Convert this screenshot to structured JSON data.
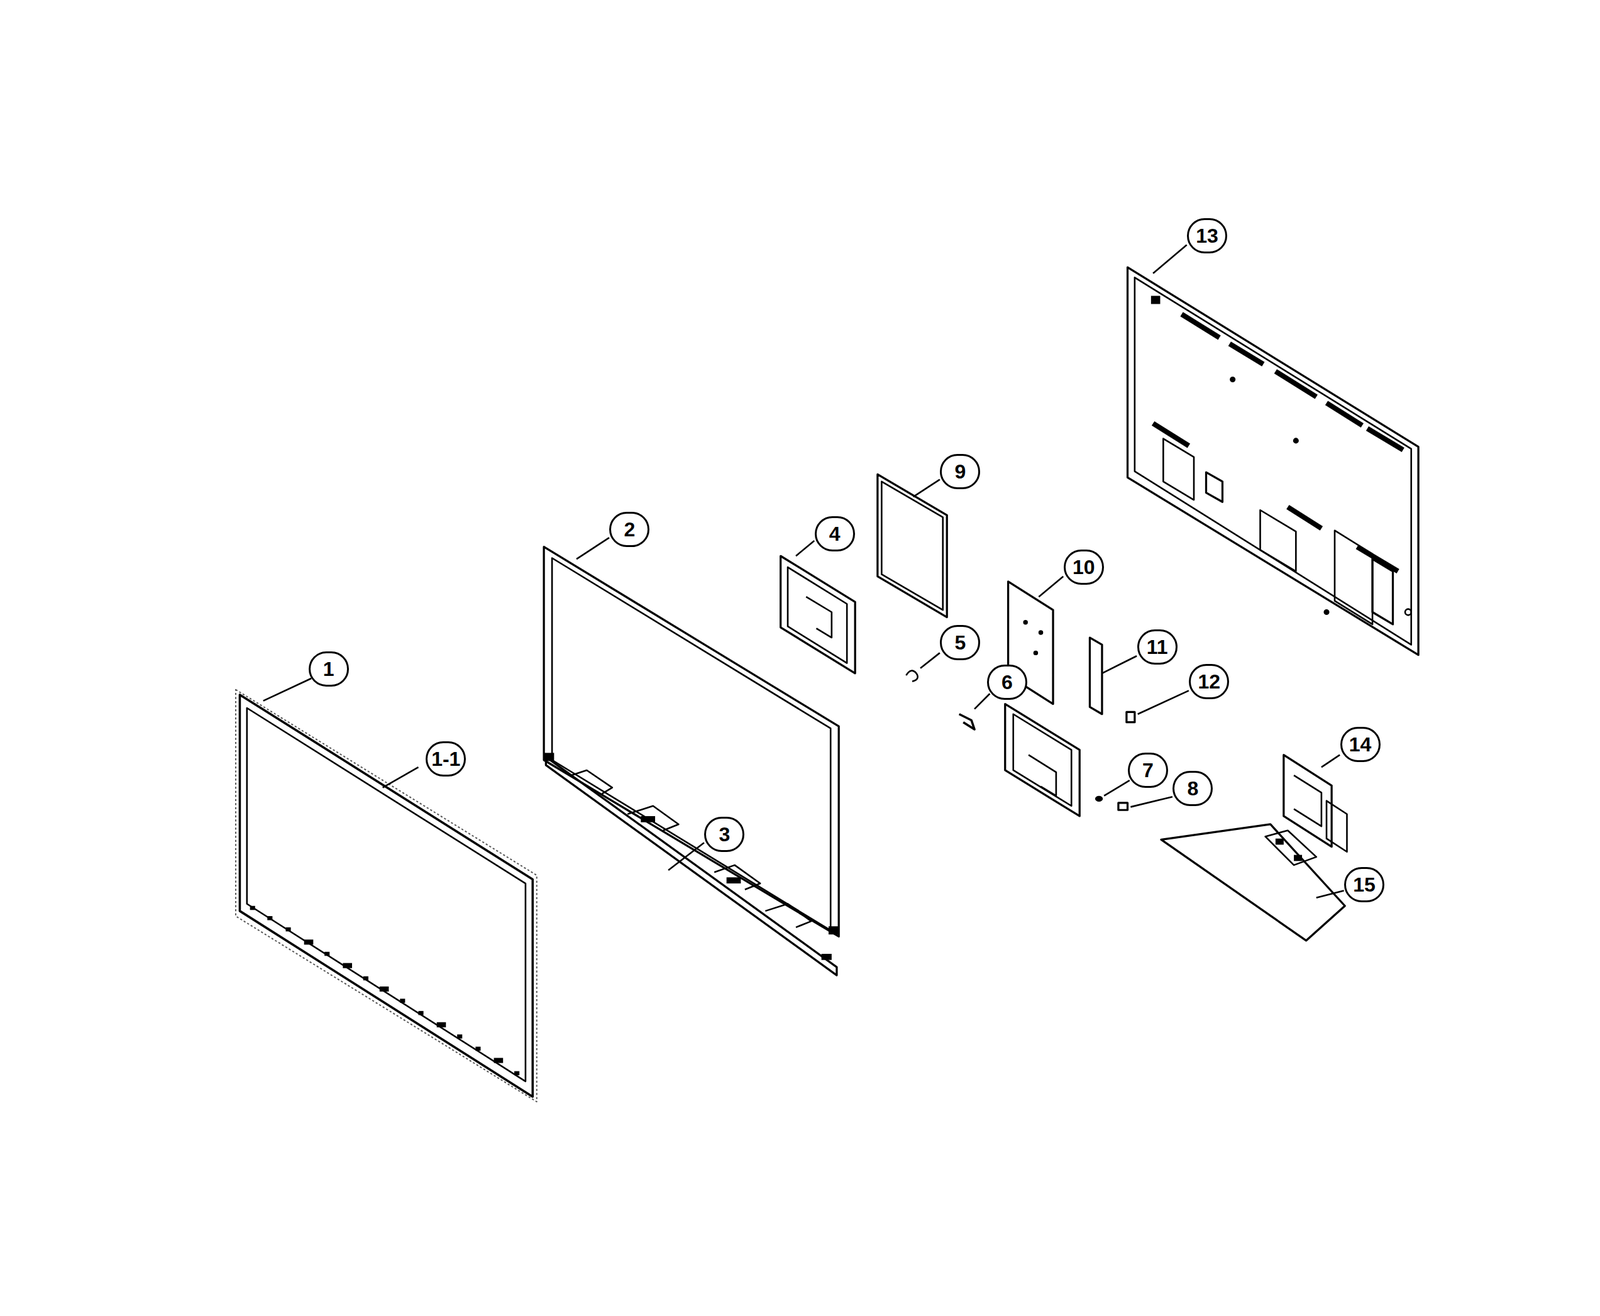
{
  "diagram": {
    "labels": [
      "1",
      "1-1",
      "2",
      "3",
      "4",
      "5",
      "6",
      "7",
      "8",
      "9",
      "10",
      "11",
      "12",
      "13",
      "14",
      "15"
    ]
  }
}
